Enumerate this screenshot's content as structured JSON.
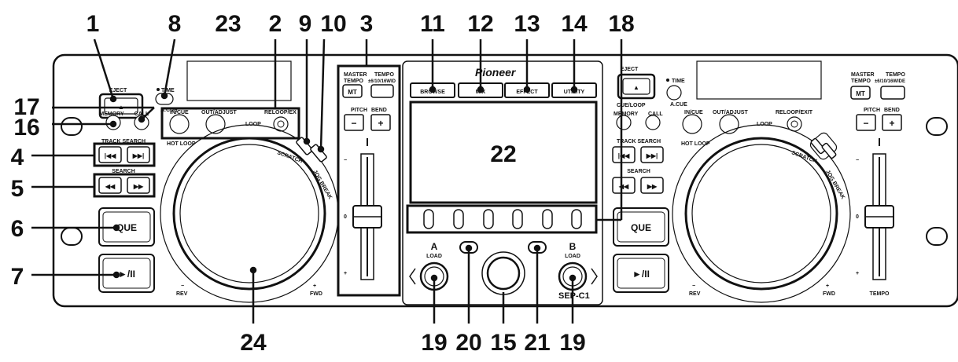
{
  "callouts": {
    "n1": "1",
    "n8": "8",
    "n23": "23",
    "n2": "2",
    "n9": "9",
    "n10": "10",
    "n3": "3",
    "n11": "11",
    "n12": "12",
    "n13": "13",
    "n14": "14",
    "n18": "18",
    "n17": "17",
    "n16": "16",
    "n4": "4",
    "n5": "5",
    "n6": "6",
    "n7": "7",
    "n22": "22",
    "n24": "24",
    "n19a": "19",
    "n20": "20",
    "n15": "15",
    "n21": "21",
    "n19b": "19"
  },
  "left_deck": {
    "eject": "EJECT",
    "eject_symbol": "▲",
    "time": "TIME",
    "a_cue": "A.CUE",
    "memory": "MEMORY",
    "call": "CALL",
    "in_cue": "IN/CUE",
    "out_adjust": "OUT/ADJUST",
    "loop": "LOOP",
    "reloop_exit": "RELOOP/EX",
    "hot_loop": "HOT LOOP",
    "track_search": "TRACK SEARCH",
    "prev_track": "|◀◀",
    "next_track": "▶▶|",
    "search": "SEARCH",
    "rev_search": "◀◀",
    "fwd_search": "▶▶",
    "que": "QUE",
    "play": "►/II",
    "rev": "REV",
    "fwd": "FWD",
    "minus": "−",
    "plus": "+",
    "scratch": "SCRATCH",
    "jog_break": "JOG BREAK",
    "master_tempo": "MASTER",
    "master_tempo2": "TEMPO",
    "tempo": "TEMPO",
    "tempo_range": "±6/10/16WID",
    "mt": "MT",
    "pitch": "PITCH",
    "bend": "BEND",
    "pitch_minus": "−",
    "pitch_plus": "+",
    "fader_zero": "0",
    "fader_minus": "−",
    "fader_plus": "+"
  },
  "center": {
    "brand": "Pioneer",
    "browse": "BROWSE",
    "mix": "MIX",
    "effect": "EFFECT",
    "utility": "UTILITY",
    "a": "A",
    "b": "B",
    "load_a": "LOAD",
    "load_b": "LOAD",
    "left_arrow": "◄",
    "right_arrow": "►",
    "model": "SEP-C1"
  },
  "right_deck": {
    "eject": "EJECT",
    "eject_symbol": "▲",
    "time": "TIME",
    "a_cue": "A.CUE",
    "cue_loop": "CUE/LOOP",
    "memory": "MEMORY",
    "call": "CALL",
    "in_cue": "IN/CUE",
    "out_adjust": "OUT/ADJUST",
    "loop": "LOOP",
    "reloop_exit": "RELOOP/EXIT",
    "hot_loop": "HOT LOOP",
    "track_search": "TRACK SEARCH",
    "prev_track": "|◀◀",
    "next_track": "▶▶|",
    "search": "SEARCH",
    "rev_search": "◀◀",
    "fwd_search": "▶▶",
    "que": "QUE",
    "play": "►/II",
    "rev": "REV",
    "fwd": "FWD",
    "minus": "−",
    "plus": "+",
    "scratch": "SCRATCH",
    "jog_break": "JOG BREAK",
    "master_tempo": "MASTER",
    "master_tempo2": "TEMPO",
    "tempo": "TEMPO",
    "tempo_range": "±6/10/16WIDE",
    "mt": "MT",
    "pitch": "PITCH",
    "bend": "BEND",
    "pitch_minus": "−",
    "pitch_plus": "+",
    "fader_zero": "0",
    "fader_minus": "−",
    "fader_plus": "+",
    "tempo_bottom": "TEMPO"
  }
}
